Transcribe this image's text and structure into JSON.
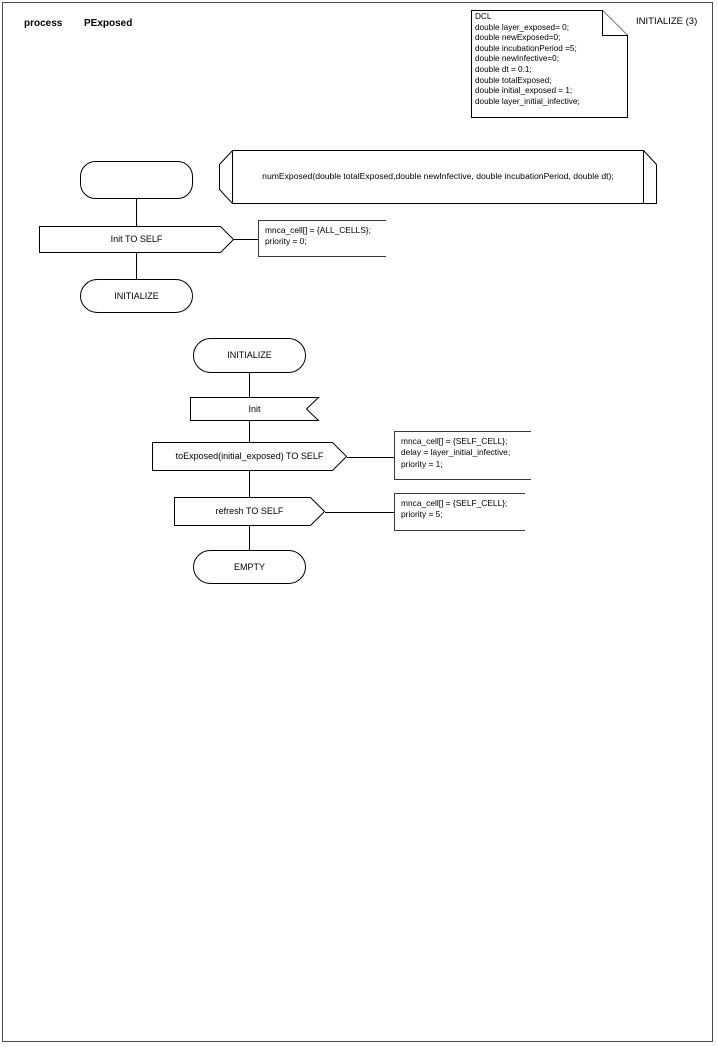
{
  "page": {
    "header_keyword": "process",
    "header_name": "PExposed",
    "page_label": "INITIALIZE (3)",
    "frame_color": "#4b4b4b",
    "stroke_color": "#000000",
    "background": "#ffffff"
  },
  "dcl": {
    "title": "DCL",
    "declarations": [
      "double layer_exposed= 0;",
      "double newExposed=0;",
      "double incubationPeriod =5;",
      "double newInfective=0;",
      "double dt = 0.1;",
      "double totalExposed;",
      "double initial_exposed = 1;",
      "double layer_initial_infective;"
    ],
    "text": "DCL\ndouble layer_exposed= 0;\ndouble newExposed=0;\ndouble incubationPeriod =5;\ndouble newInfective=0;\ndouble dt = 0.1;\ndouble totalExposed;\ndouble initial_exposed = 1;\ndouble layer_initial_infective;"
  },
  "procedure": {
    "signature": "numExposed(double totalExposed,double newInfective, double incubationPeriod, double dt);"
  },
  "flow_a": {
    "start_label": "",
    "output_label": "Init TO SELF",
    "output_comment": "mnca_cell[] = {ALL_CELLS};\npriority = 0;",
    "state_label": "INITIALIZE"
  },
  "flow_b": {
    "state_top_label": "INITIALIZE",
    "input_label": "Init",
    "output1_label": "toExposed(initial_exposed) TO SELF",
    "output1_comment": "mnca_cell[] = {SELF_CELL};\ndelay = layer_initial_infective;\npriority = 1;",
    "output2_label": "refresh TO SELF",
    "output2_comment": "mnca_cell[] = {SELF_CELL};\npriority = 5;",
    "state_bottom_label": "EMPTY"
  }
}
